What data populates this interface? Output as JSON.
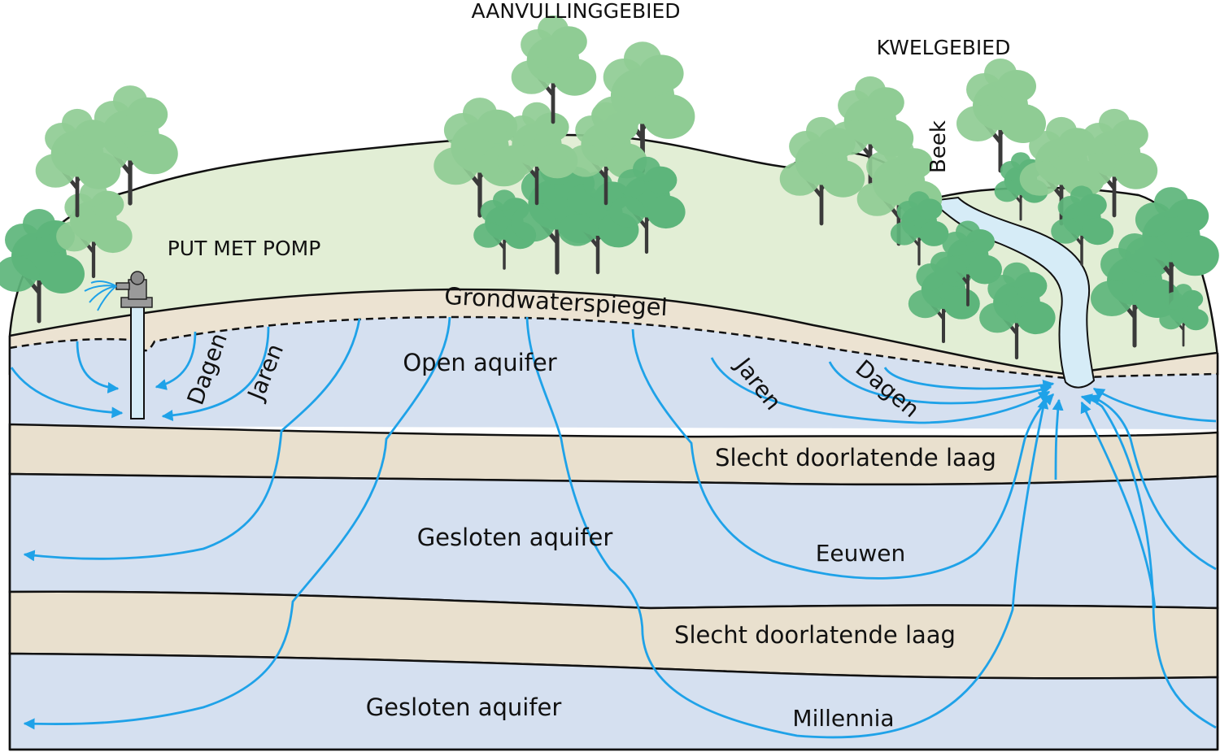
{
  "labels": {
    "recharge_area": "AANVULLINGGEBIED",
    "seepage_area": "KWELGEBIED",
    "well_with_pump": "PUT MET POMP",
    "stream": "Beek",
    "water_table": "Grondwaterspiegel",
    "open_aquifer": "Open aquifer",
    "aquitard_upper": "Slecht doorlatende laag",
    "confined_aquifer_1": "Gesloten aquifer",
    "aquitard_lower": "Slecht doorlatende laag",
    "confined_aquifer_2": "Gesloten aquifer"
  },
  "flow_times": {
    "well_days": "Dagen",
    "well_years": "Jaren",
    "stream_years": "Jaren",
    "stream_days": "Dagen",
    "centuries": "Eeuwen",
    "millennia": "Millennia"
  },
  "colors": {
    "land_surface": "#e2eed5",
    "unsaturated_zone": "#ece3d2",
    "aquifer_water": "#d5e0f0",
    "aquitard": "#e9e0ce",
    "flow_lines": "#1fa2e8",
    "stream_water": "#d6ecf7",
    "tree_light": "#8fcc94",
    "tree_dark": "#5db57b",
    "trunk": "#3a3a3a",
    "outline": "#111111"
  }
}
